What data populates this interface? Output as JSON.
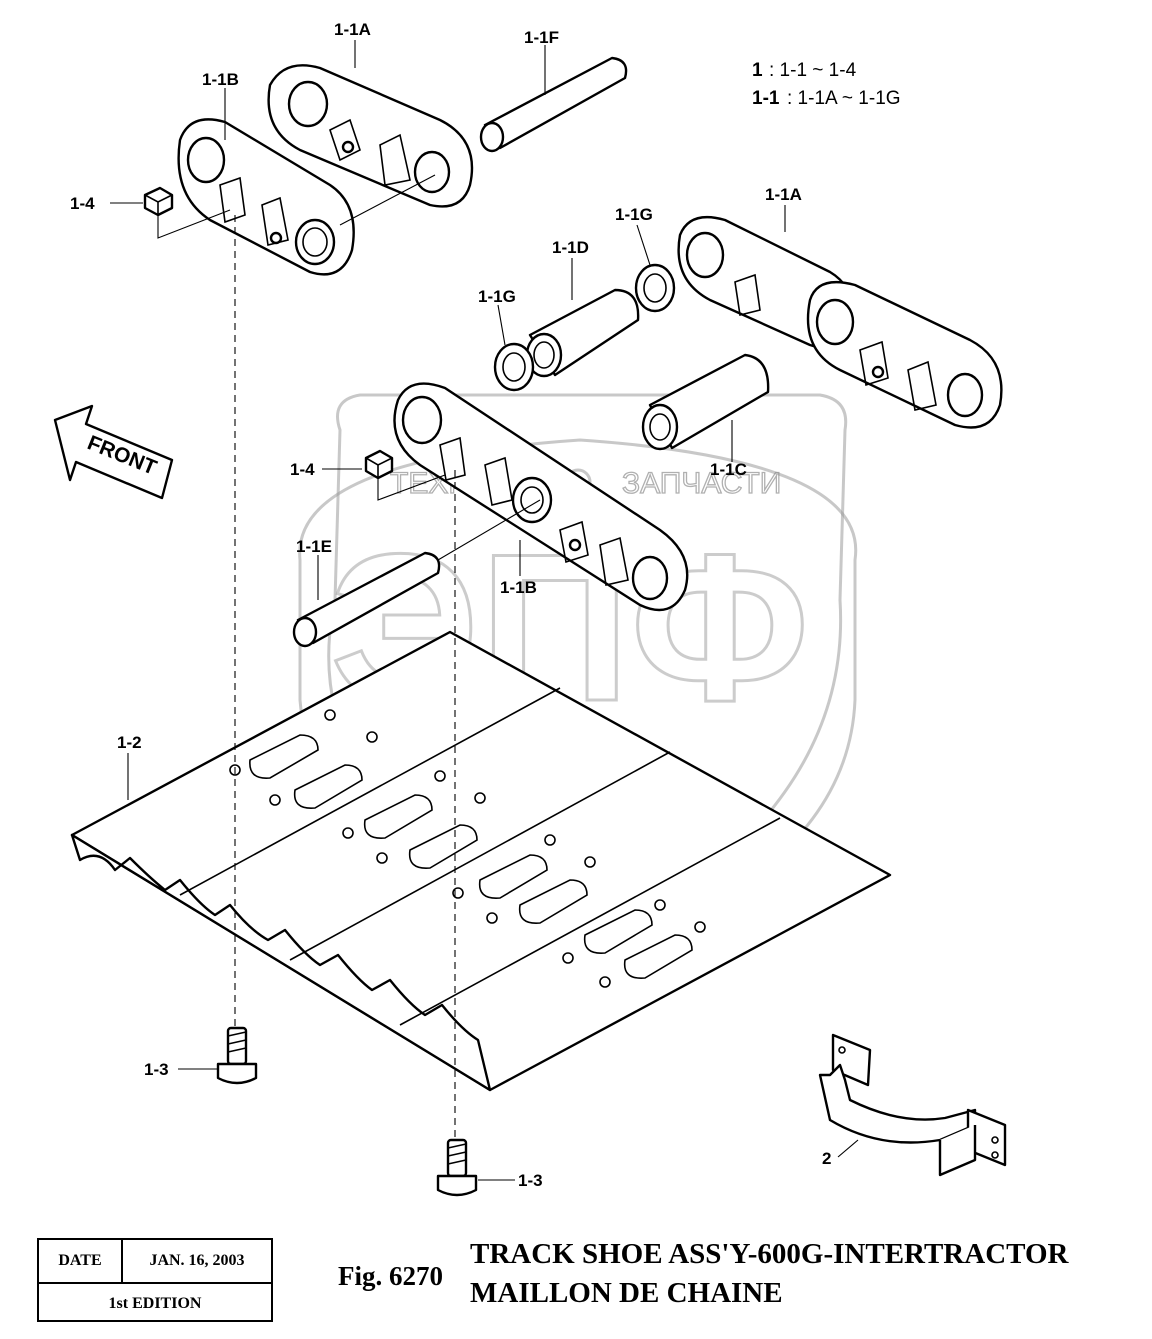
{
  "legend": {
    "line1_bold": "1",
    "line1_text": ": 1-1 ~ 1-4",
    "line2_bold": "1-1",
    "line2_text": ": 1-1A ~ 1-1G"
  },
  "callouts": {
    "top_link_upper": "1-1A",
    "top_pin": "1-1F",
    "top_link_lower": "1-1B",
    "top_nut": "1-4",
    "right_link": "1-1A",
    "seal_upper": "1-1G",
    "bushing_inner": "1-1D",
    "seal_lower": "1-1G",
    "nut_mid": "1-4",
    "bushing_outer": "1-1C",
    "pin_mid": "1-1E",
    "link_mid": "1-1B",
    "shoe_plate": "1-2",
    "bolt_left": "1-3",
    "bolt_right": "1-3",
    "guard": "2"
  },
  "front_label": "FRONT",
  "watermark": {
    "top_left": "ТЕХНИКА",
    "top_right": "ЗАПЧАСТИ",
    "big": "ЭПФ"
  },
  "title_block": {
    "date_label": "DATE",
    "date_value": "JAN. 16, 2003",
    "edition": "1st EDITION",
    "fig_number": "Fig. 6270",
    "title_en": "TRACK SHOE ASS'Y-600G-INTERTRACTOR",
    "title_fr": "MAILLON DE CHAINE"
  }
}
